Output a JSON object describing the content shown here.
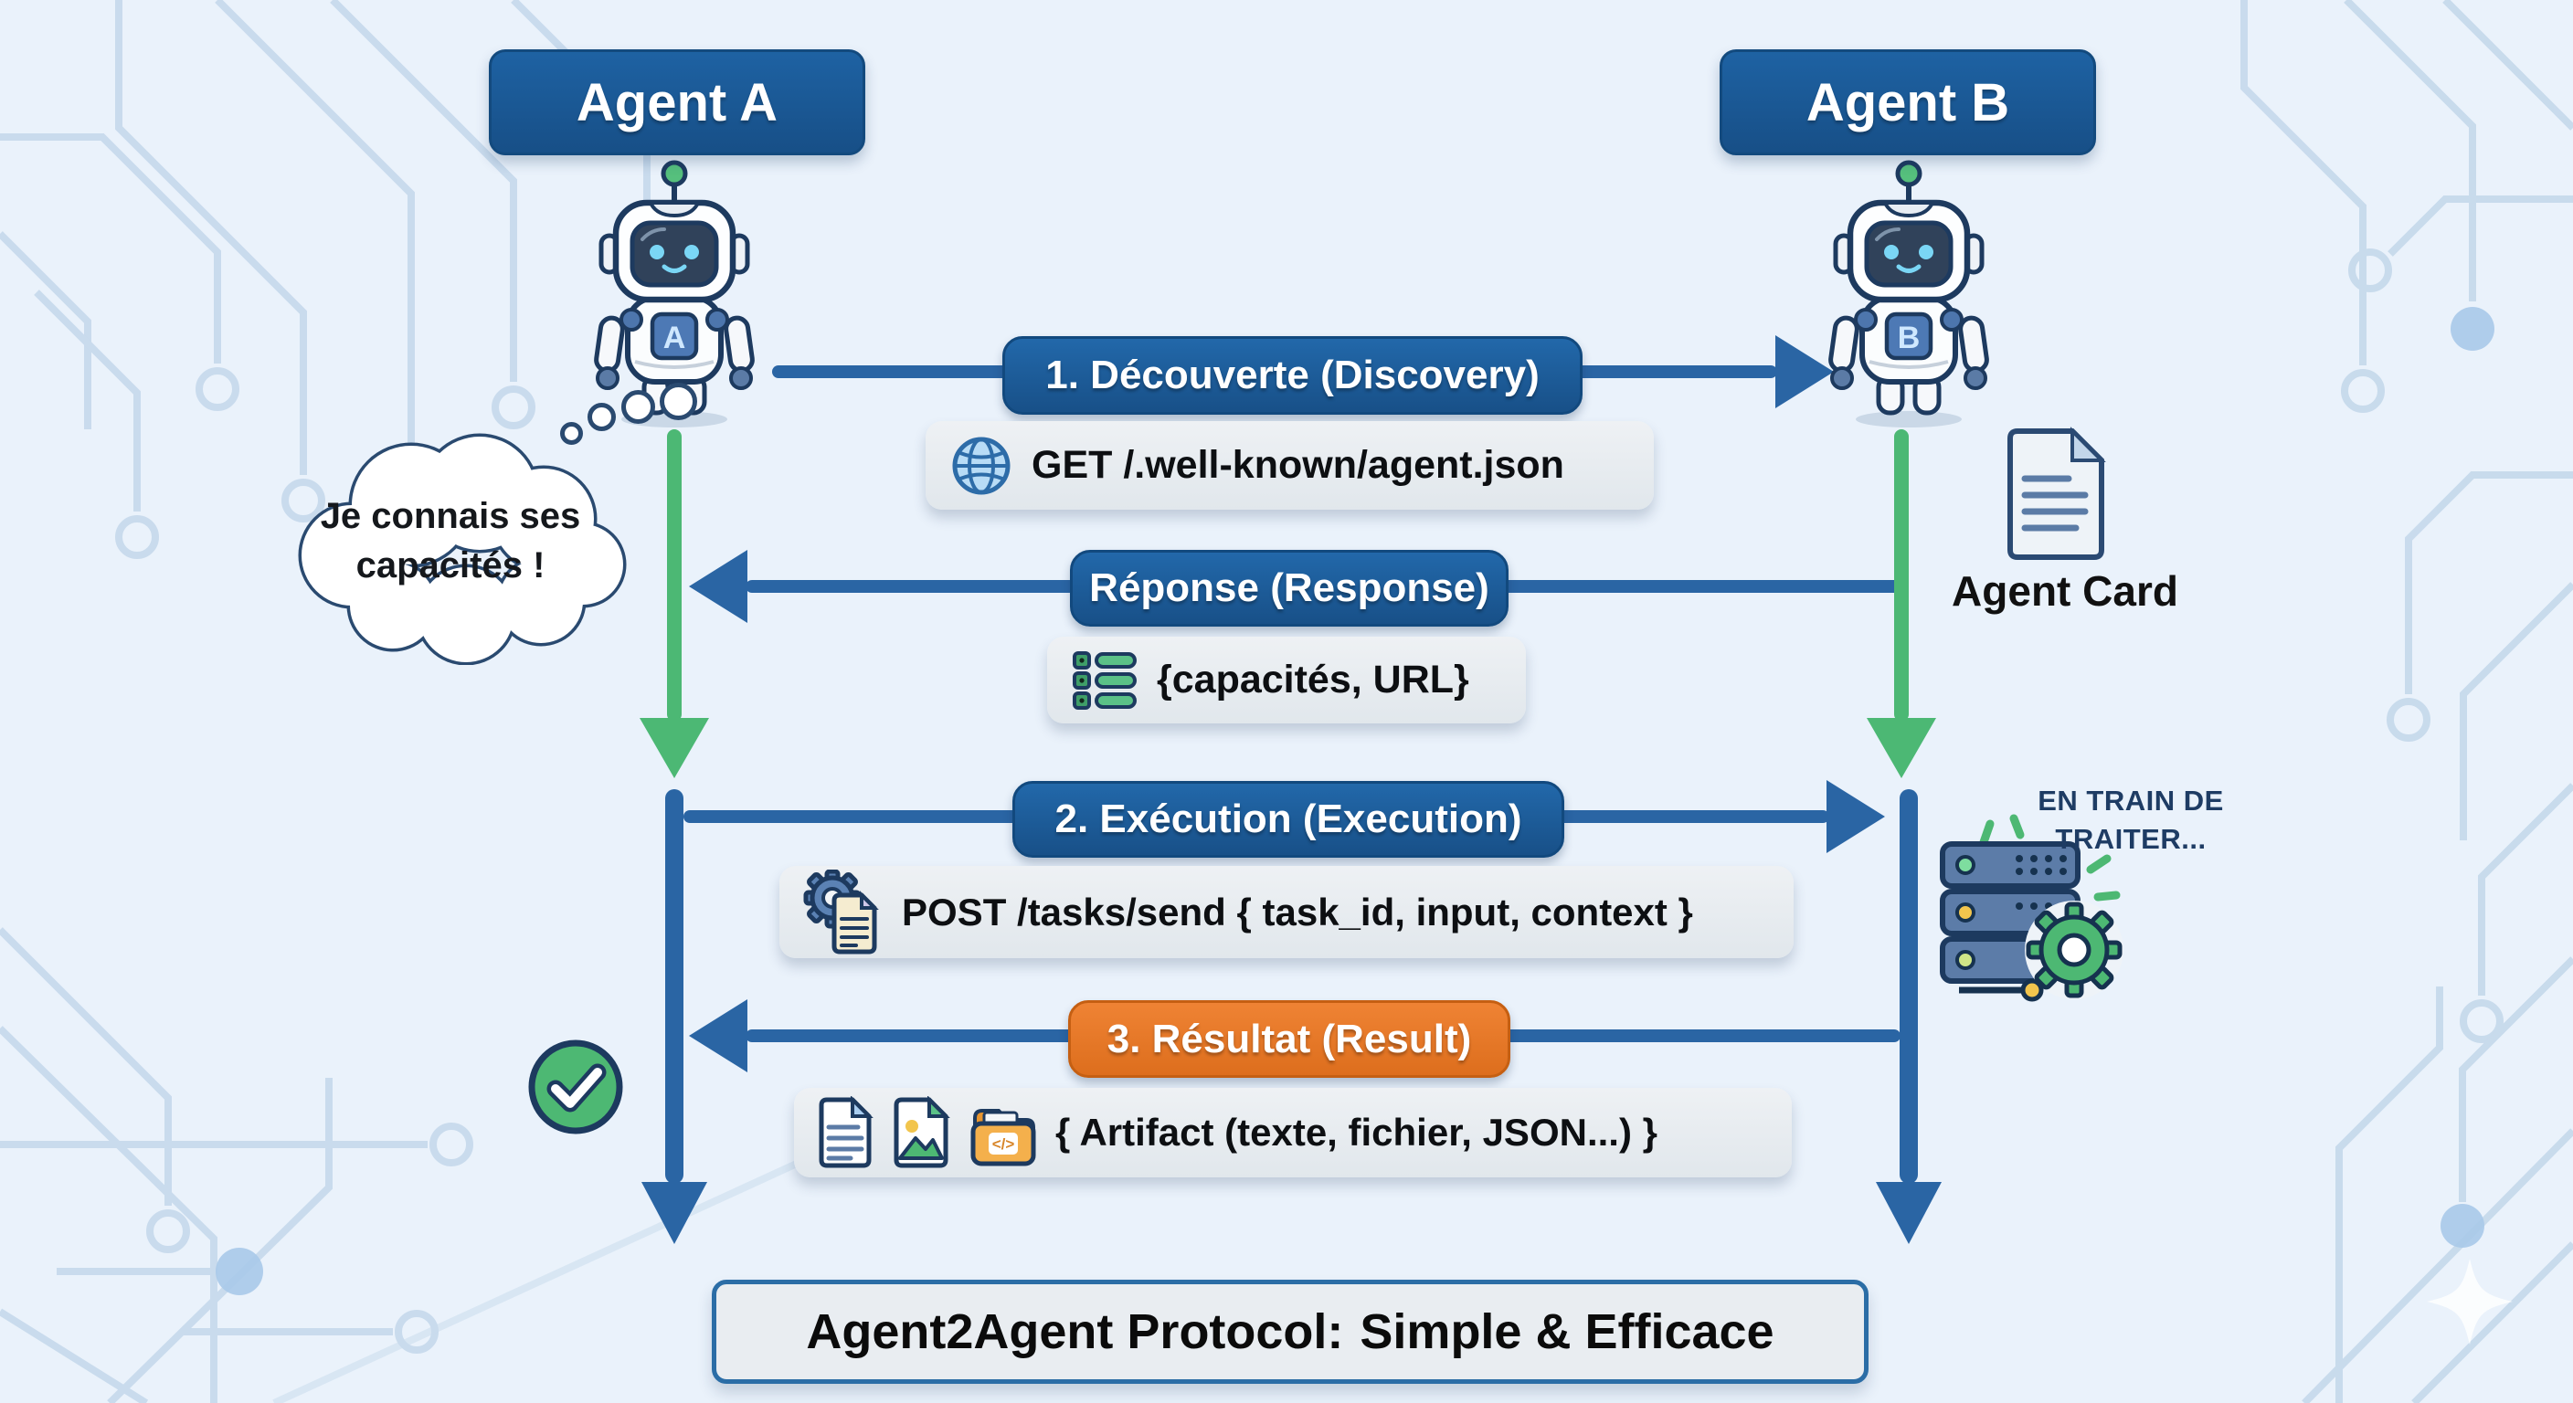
{
  "agent_a": {
    "name": "Agent A",
    "chest_letter": "A"
  },
  "agent_b": {
    "name": "Agent B",
    "chest_letter": "B"
  },
  "thought_bubble": {
    "line1": "Je connais ses",
    "line2": "capacités !"
  },
  "messages": {
    "discovery": {
      "label": "1. Découverte (Discovery)",
      "payload": "GET /.well-known/agent.json",
      "icon": "globe-icon",
      "direction": "right"
    },
    "response": {
      "label": "Réponse (Response)",
      "payload": "{capacités, URL}",
      "icon": "checklist-icon",
      "direction": "left"
    },
    "execution": {
      "label": "2. Exécution (Execution)",
      "payload": "POST /tasks/send { task_id, input, context }",
      "icon": "gear-document-icon",
      "direction": "right"
    },
    "result": {
      "label": "3. Résultat (Result)",
      "payload": "{ Artifact (texte, fichier, JSON...) }",
      "icons": [
        "document-icon",
        "image-icon",
        "code-folder-icon"
      ],
      "direction": "left"
    }
  },
  "agent_card": {
    "label": "Agent Card"
  },
  "processing_status": {
    "line1": "EN TRAIN DE",
    "line2": "TRAITER..."
  },
  "footer": {
    "title": "Agent2Agent Protocol:",
    "subtitle": "Simple & Efficace"
  },
  "colors": {
    "primary_blue": "#1c5c9c",
    "arrow_blue": "#2a65a4",
    "lifeline_green": "#4cb874",
    "result_orange": "#e8772a",
    "navy_outline": "#1d3a5f",
    "background": "#eaf2fb",
    "payload_gray": "#e8edf1"
  }
}
